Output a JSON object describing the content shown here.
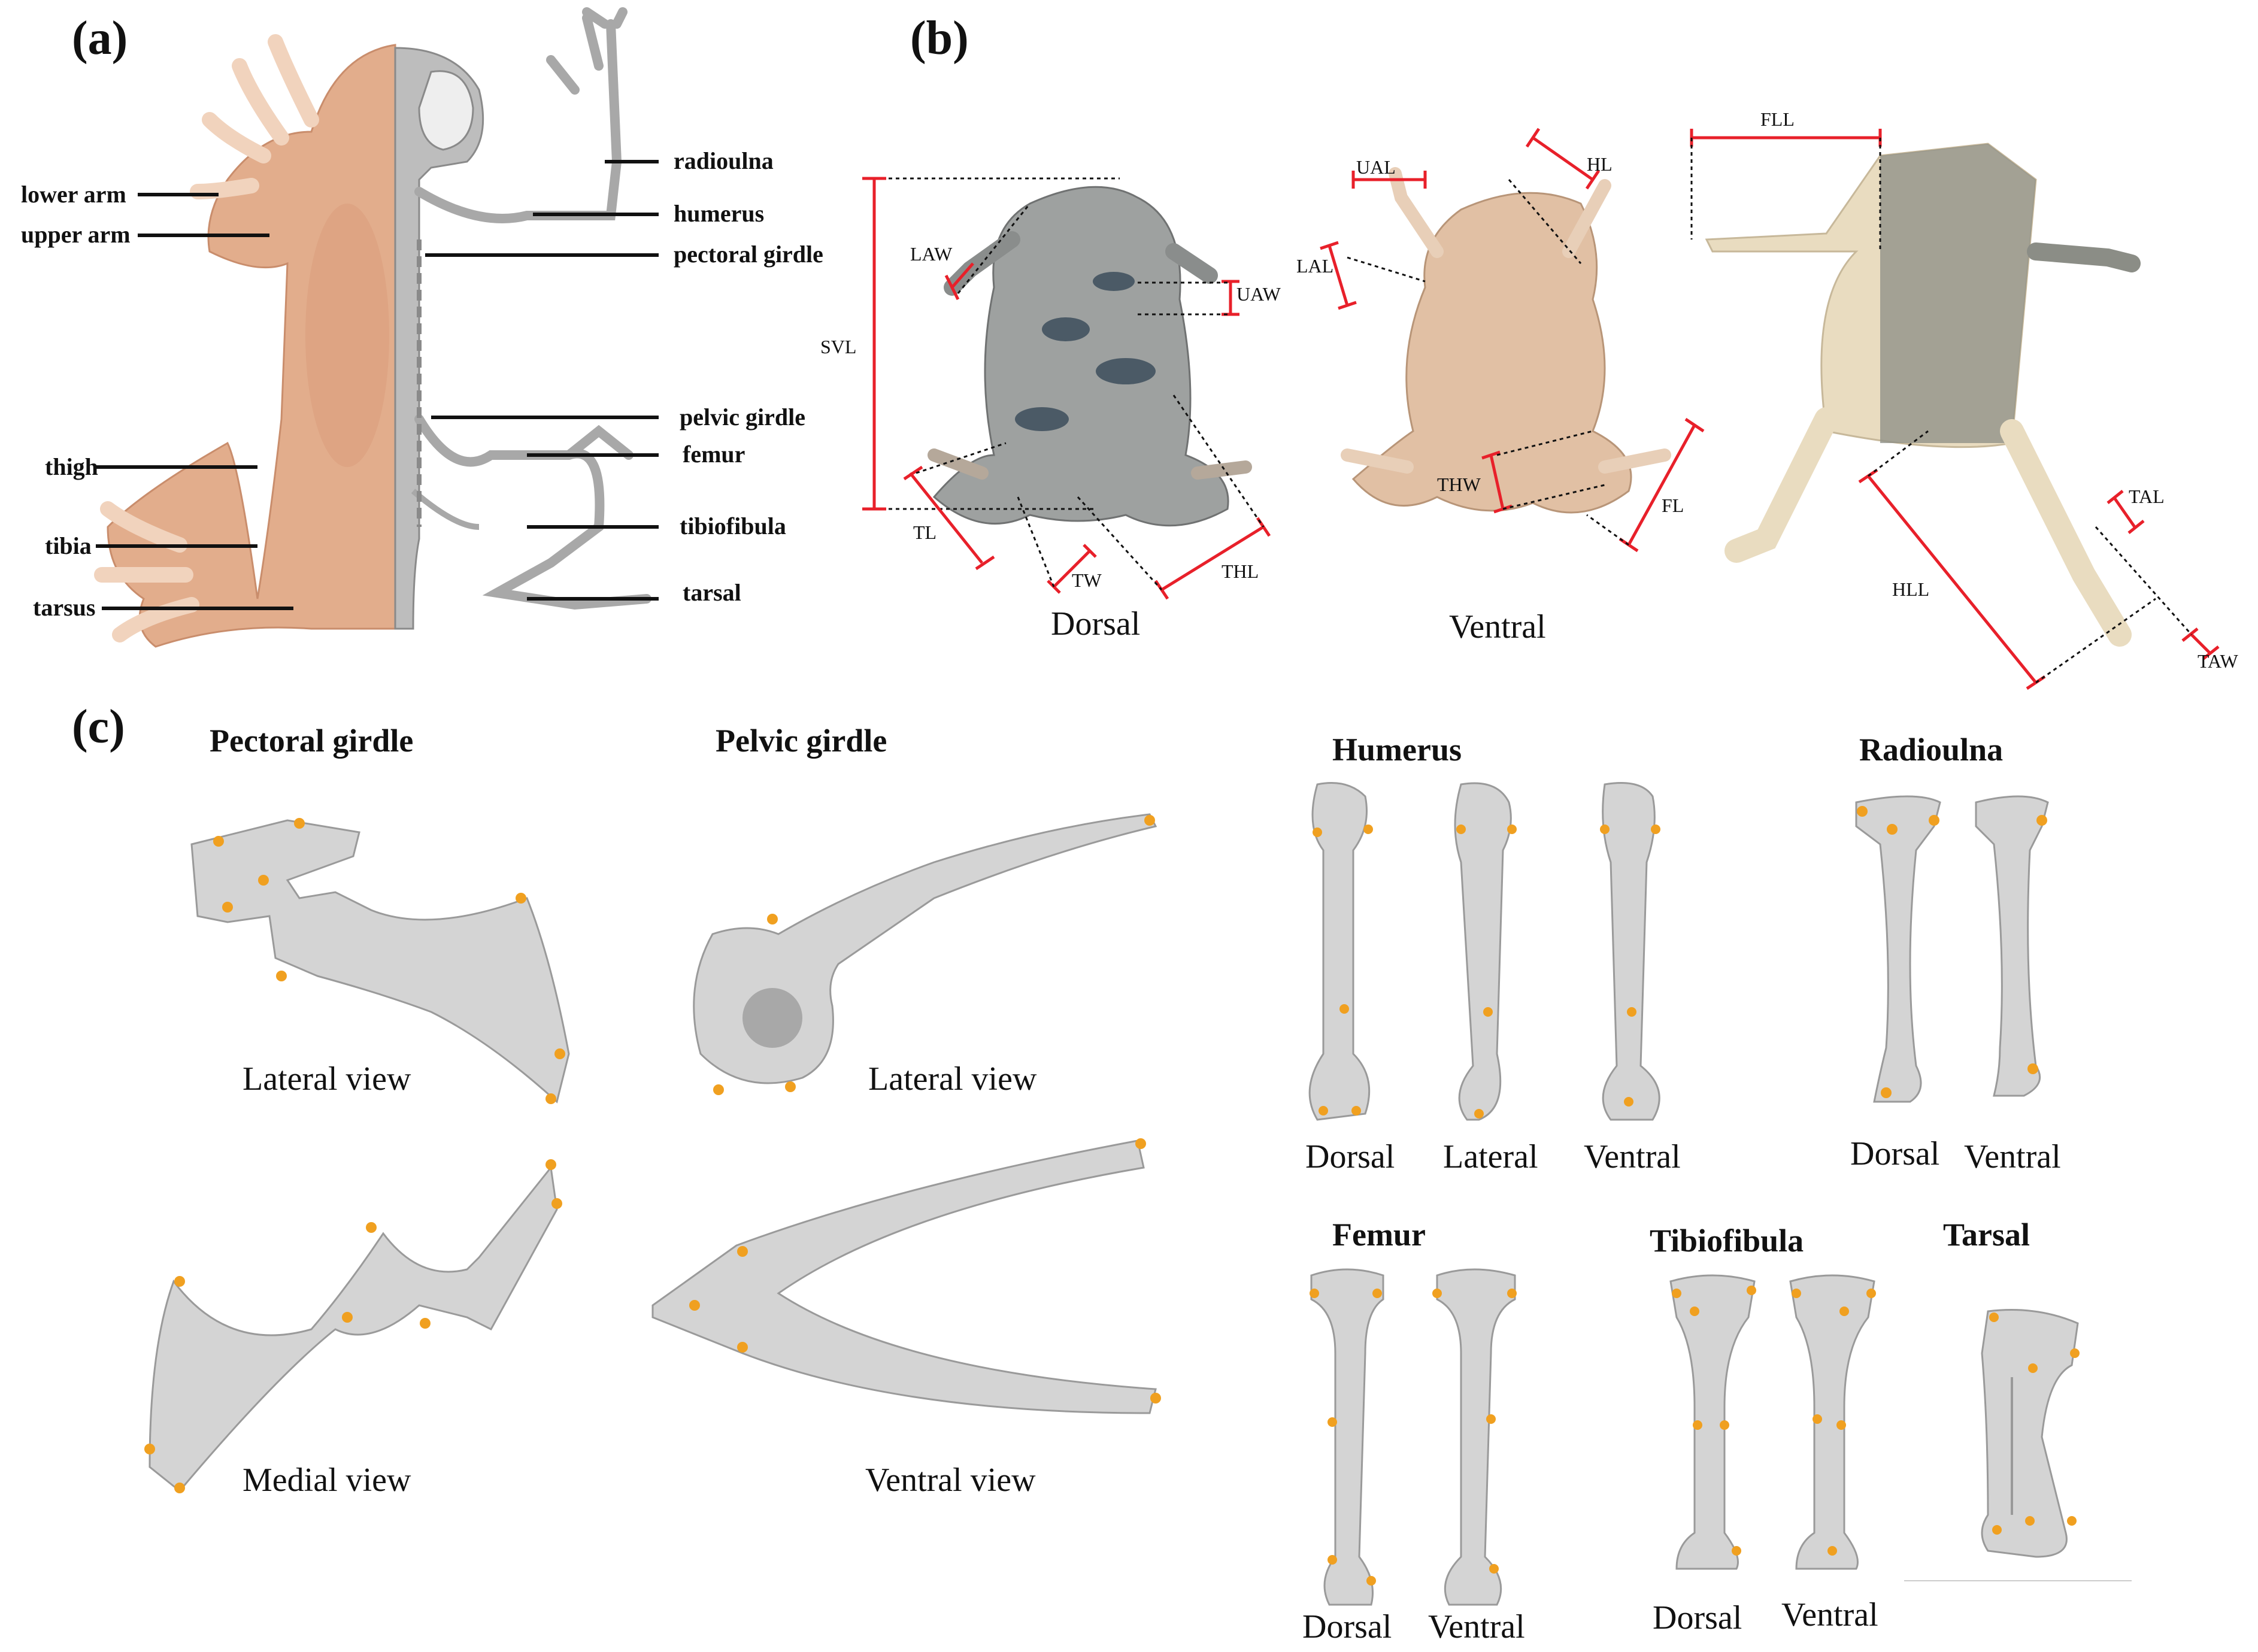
{
  "panels": {
    "a": "(a)",
    "b": "(b)",
    "c": "(c)"
  },
  "panel_a": {
    "left_labels": [
      "lower arm",
      "upper arm",
      "thigh",
      "tibia",
      "tarsus"
    ],
    "right_labels": [
      "radioulna",
      "humerus",
      "pectoral girdle",
      "pelvic girdle",
      "femur",
      "tibiofibula",
      "tarsal"
    ]
  },
  "panel_b": {
    "dorsal": {
      "caption": "Dorsal",
      "labels": {
        "law": "LAW",
        "uaw": "UAW",
        "svl": "SVL",
        "tl": "TL",
        "tw": "TW",
        "thl": "THL"
      }
    },
    "ventral": {
      "caption": "Ventral",
      "labels": {
        "ual": "UAL",
        "hl": "HL",
        "lal": "LAL",
        "thw": "THW",
        "fl": "FL"
      }
    },
    "limbs": {
      "labels": {
        "fll": "FLL",
        "tal": "TAL",
        "hll": "HLL",
        "taw": "TAW"
      }
    }
  },
  "panel_c": {
    "pectoral": {
      "title": "Pectoral girdle",
      "views": [
        "Lateral view",
        "Medial view"
      ]
    },
    "pelvic": {
      "title": "Pelvic girdle",
      "views": [
        "Lateral view",
        "Ventral view"
      ]
    },
    "humerus": {
      "title": "Humerus",
      "views": [
        "Dorsal",
        "Lateral",
        "Ventral"
      ]
    },
    "radioulna": {
      "title": "Radioulna",
      "views": [
        "Dorsal",
        "Ventral"
      ]
    },
    "femur": {
      "title": "Femur",
      "views": [
        "Dorsal",
        "Ventral"
      ]
    },
    "tibiofibula": {
      "title": "Tibiofibula",
      "views": [
        "Dorsal",
        "Ventral"
      ]
    },
    "tarsal": {
      "title": "Tarsal"
    }
  },
  "colors": {
    "measure_line": "#e8202a",
    "landmark": "#f0a020",
    "bone": "#d4d4d4",
    "skin": "#e3b08f",
    "dorsal_skin": "#9ea1a0"
  }
}
